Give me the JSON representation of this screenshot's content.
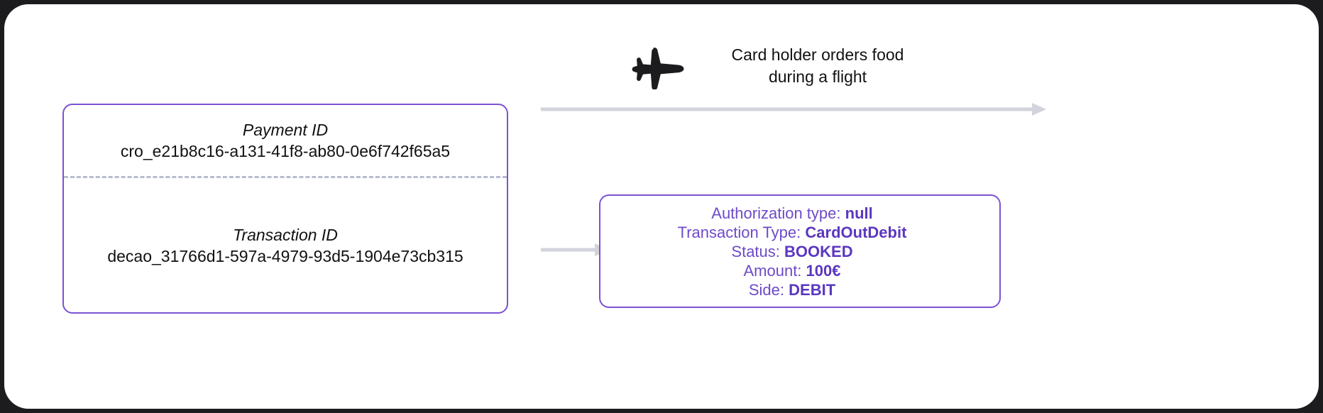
{
  "card": {
    "payment": {
      "label": "Payment ID",
      "value": "cro_e21b8c16-a131-41f8-ab80-0e6f742f65a5"
    },
    "transaction": {
      "label": "Transaction ID",
      "value": "decao_31766d1-597a-4979-93d5-1904e73cb315"
    }
  },
  "event": {
    "icon": "airplane-icon",
    "caption_line1": "Card holder orders food",
    "caption_line2": "during a flight"
  },
  "details": [
    {
      "label": "Authorization type:",
      "value": "null"
    },
    {
      "label": "Transaction Type:",
      "value": "CardOutDebit"
    },
    {
      "label": "Status:",
      "value": "BOOKED"
    },
    {
      "label": "Amount:",
      "value": "100€"
    },
    {
      "label": "Side:",
      "value": "DEBIT"
    }
  ],
  "colors": {
    "accent_border": "#7B52D3",
    "accent_text": "#6E4AC8",
    "accent_bold": "#5B37BF",
    "arrow": "#d2d3dd",
    "divider": "#b9bcd0",
    "frame": "#1c1c1e"
  }
}
